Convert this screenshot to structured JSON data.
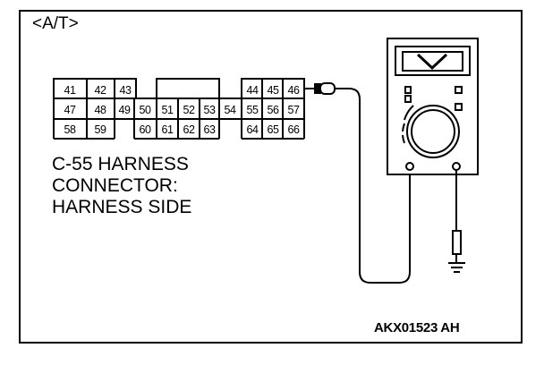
{
  "header_label": "<A/T>",
  "connector": {
    "caption_lines": [
      "C-55 HARNESS",
      "CONNECTOR:",
      "HARNESS SIDE"
    ],
    "pin_rows": [
      [
        "41",
        "42",
        "43",
        "44",
        "45",
        "46"
      ],
      [
        "47",
        "48",
        "49",
        "50",
        "51",
        "52",
        "53",
        "54",
        "55",
        "56",
        "57"
      ],
      [
        "58",
        "59",
        "60",
        "61",
        "62",
        "63",
        "64",
        "65",
        "66"
      ]
    ]
  },
  "meter": {
    "display_symbol": "V-icon",
    "ground": "ground-symbol-icon"
  },
  "figure_id": "AKX01523 AH"
}
